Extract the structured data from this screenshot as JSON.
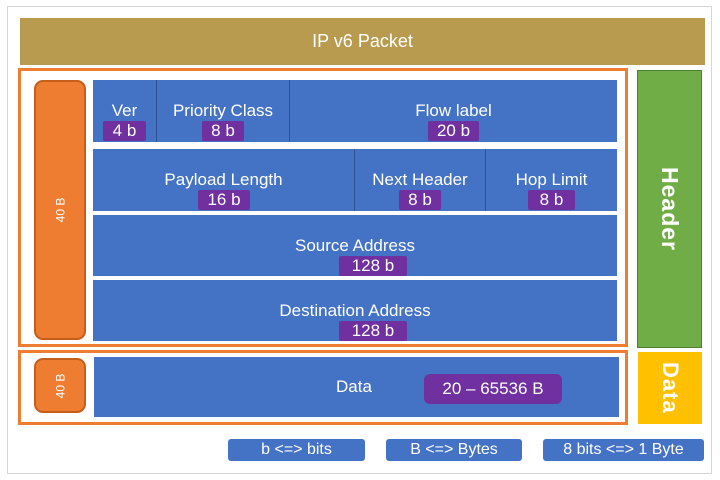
{
  "title": "IP v6 Packet",
  "header_size": "40 B",
  "data_side_size": "40 B",
  "side_labels": {
    "header": "Header",
    "data": "Data"
  },
  "fields": {
    "ver": {
      "label": "Ver",
      "bits": "4 b"
    },
    "priority": {
      "label": "Priority Class",
      "bits": "8 b"
    },
    "flow": {
      "label": "Flow label",
      "bits": "20 b"
    },
    "payload": {
      "label": "Payload Length",
      "bits": "16 b"
    },
    "next_header": {
      "label": "Next Header",
      "bits": "8 b"
    },
    "hop_limit": {
      "label": "Hop Limit",
      "bits": "8 b"
    },
    "source": {
      "label": "Source Address",
      "bits": "128 b"
    },
    "destination": {
      "label": "Destination Address",
      "bits": "128 b"
    }
  },
  "data_block": {
    "label": "Data",
    "size": "20 – 65536 B"
  },
  "legend": [
    "b <=> bits",
    "B <=> Bytes",
    "8 bits <=> 1 Byte"
  ],
  "colors": {
    "title_bar": "#b89b4f",
    "field_blue": "#4472c4",
    "badge_purple": "#7030a0",
    "frame_orange": "#ef7d31",
    "header_green": "#70ad47",
    "data_yellow": "#ffc000"
  }
}
